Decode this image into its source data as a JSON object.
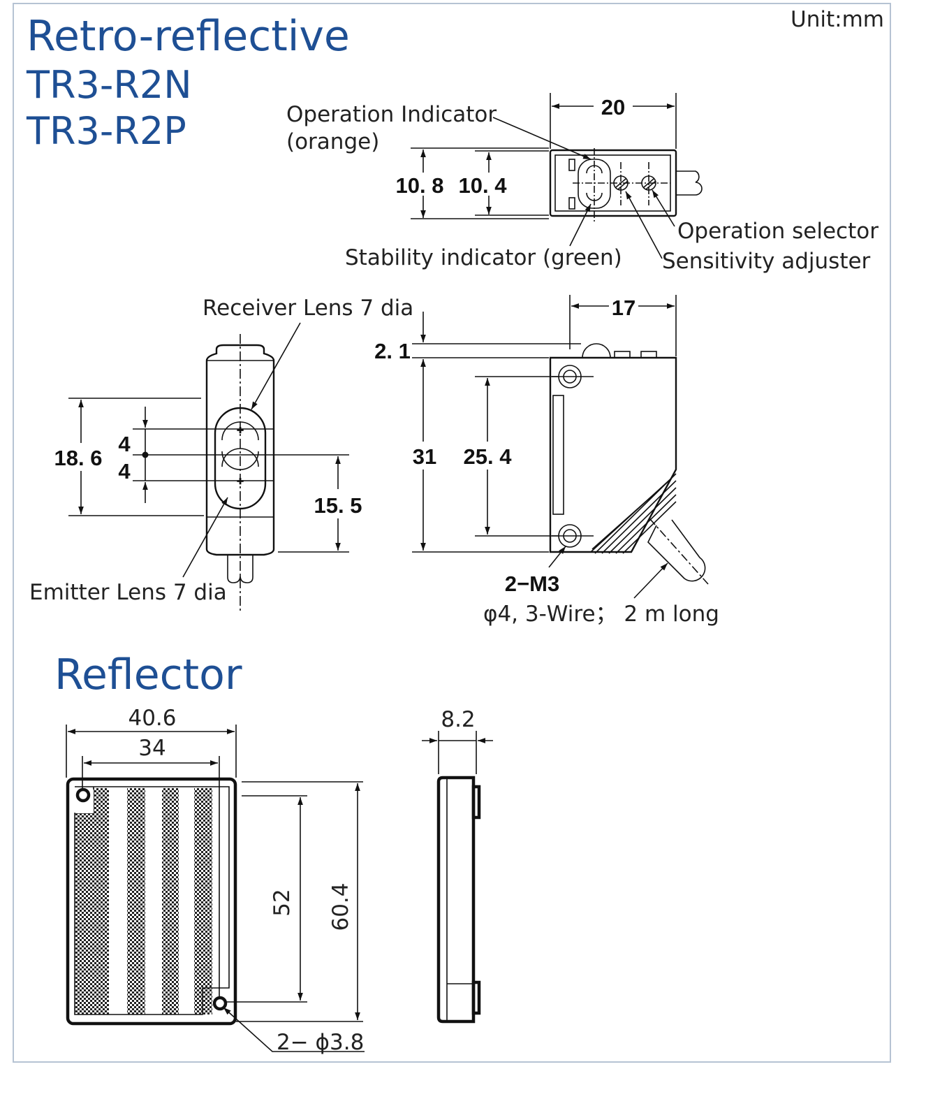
{
  "unit_label": "Unit:mm",
  "titles": {
    "main": "Retro-reflective",
    "model_n": "TR3-R2N",
    "model_p": "TR3-R2P",
    "reflector": "Reflector"
  },
  "callouts": {
    "operation_indicator_line1": "Operation Indicator",
    "operation_indicator_line2": "(orange)",
    "stability_indicator": "Stability indicator (green)",
    "operation_selector": "Operation selector",
    "sensitivity_adjuster": "Sensitivity adjuster",
    "receiver_lens": "Receiver Lens 7 dia",
    "emitter_lens": "Emitter Lens 7 dia",
    "mount_screw": "2−M3",
    "cable": "φ4, 3-Wire； 2 m long",
    "reflector_holes": "2− ϕ3.8"
  },
  "dimensions": {
    "top_width": "20",
    "top_height_outer": "10. 8",
    "top_height_inner": "10. 4",
    "front_height": "18. 6",
    "lens_offset_upper": "4",
    "lens_offset_lower": "4",
    "front_lower": "15. 5",
    "side_depth": "17",
    "side_top_gap": "2. 1",
    "side_height": "31",
    "side_hole_pitch": "25. 4",
    "reflector_width": "40.6",
    "reflector_hole_pitch_x": "34",
    "reflector_thickness": "8.2",
    "reflector_hole_pitch_y": "52",
    "reflector_height": "60.4"
  },
  "colors": {
    "heading": "#1e4f94",
    "frame": "#b6c3d3",
    "line": "#111111"
  }
}
